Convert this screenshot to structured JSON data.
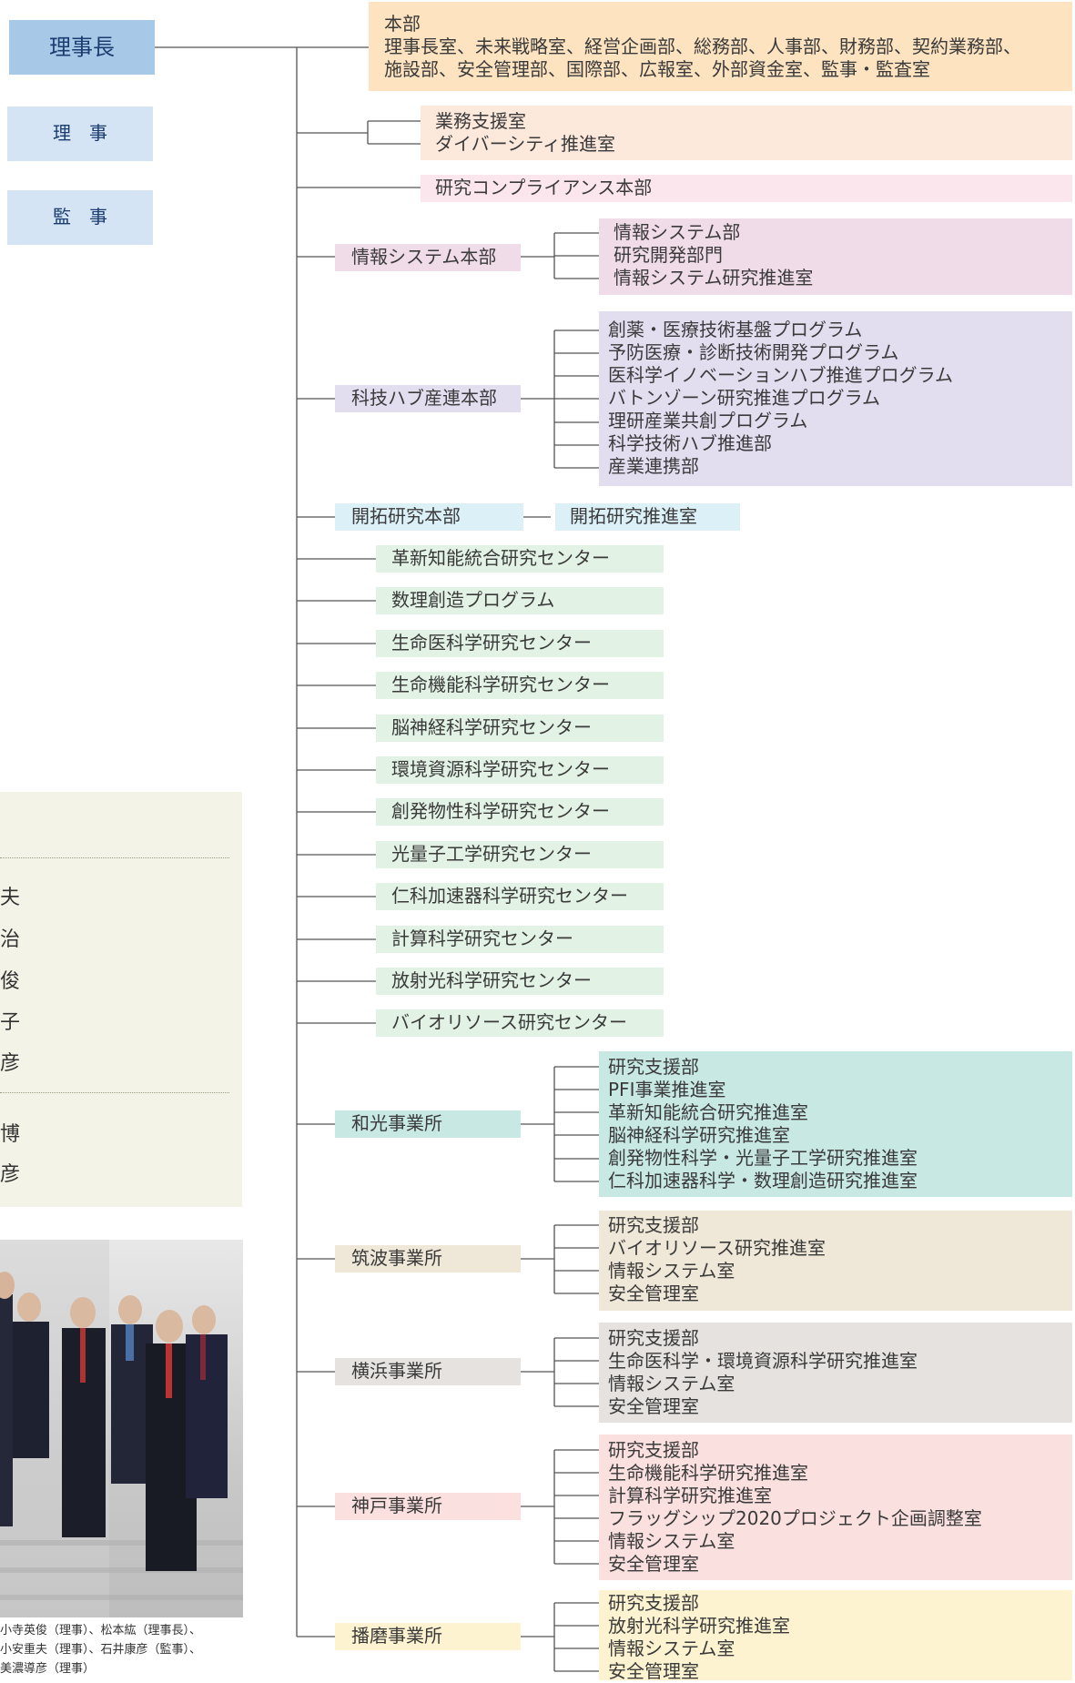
{
  "executives": {
    "president": "理事長",
    "director": "理　事",
    "auditor": "監　事"
  },
  "headquarters": {
    "title": "本部",
    "line1": "理事長室、未来戦略室、経営企画部、総務部、人事部、財務部、契約業務部、",
    "line2": "施設部、安全管理部、国際部、広報室、外部資金室、監事・監査室"
  },
  "support_offices": [
    "業務支援室",
    "ダイバーシティ推進室"
  ],
  "compliance": "研究コンプライアンス本部",
  "info_systems": {
    "name": "情報システム本部",
    "children": [
      "情報システム部",
      "研究開発部門",
      "情報システム研究推進室"
    ]
  },
  "cluster": {
    "name": "科技ハブ産連本部",
    "children": [
      "創薬・医療技術基盤プログラム",
      "予防医療・診断技術開発プログラム",
      "医科学イノベーションハブ推進プログラム",
      "バトンゾーン研究推進プログラム",
      "理研産業共創プログラム",
      "科学技術ハブ推進部",
      "産業連携部"
    ]
  },
  "pioneering": {
    "name": "開拓研究本部",
    "child": "開拓研究推進室"
  },
  "centers": [
    "革新知能統合研究センター",
    "数理創造プログラム",
    "生命医科学研究センター",
    "生命機能科学研究センター",
    "脳神経科学研究センター",
    "環境資源科学研究センター",
    "創発物性科学研究センター",
    "光量子工学研究センター",
    "仁科加速器科学研究センター",
    "計算科学研究センター",
    "放射光科学研究センター",
    "バイオリソース研究センター"
  ],
  "branches": [
    {
      "name": "和光事業所",
      "children": [
        "研究支援部",
        "PFI事業推進室",
        "革新知能統合研究推進室",
        "脳神経科学研究推進室",
        "創発物性科学・光量子工学研究推進室",
        "仁科加速器科学・数理創造研究推進室"
      ]
    },
    {
      "name": "筑波事業所",
      "children": [
        "研究支援部",
        "バイオリソース研究推進室",
        "情報システム室",
        "安全管理室"
      ]
    },
    {
      "name": "横浜事業所",
      "children": [
        "研究支援部",
        "生命医科学・環境資源科学研究推進室",
        "情報システム室",
        "安全管理室"
      ]
    },
    {
      "name": "神戸事業所",
      "children": [
        "研究支援部",
        "生命機能科学研究推進室",
        "計算科学研究推進室",
        "フラッグシップ2020プロジェクト企画調整室",
        "情報システム室",
        "安全管理室"
      ]
    },
    {
      "name": "播磨事業所",
      "children": [
        "研究支援部",
        "放射光科学研究推進室",
        "情報システム室",
        "安全管理室"
      ]
    }
  ],
  "side_panel": {
    "chars_group1": [
      "夫",
      "治",
      "俊",
      "子",
      "彦"
    ],
    "chars_group2": [
      "博",
      "彦"
    ]
  },
  "photo_caption": {
    "line1": "小寺英俊（理事）、松本紘（理事長）、",
    "line2": "小安重夫（理事）、石井康彦（監事）、",
    "line3": "美濃導彦（理事）"
  },
  "colors": {
    "president_box": "#a8c8e8",
    "exec_box": "#d4e4f4",
    "hq_box": "#fde3c0",
    "support_box": "#fde8dc",
    "compliance_box": "#fbe6ee",
    "info_box": "#f0dce8",
    "cluster_box": "#e2def0",
    "pioneer_box": "#dcf0f8",
    "center_box": "#e2f2e4",
    "wako_box": "#c8e8e4",
    "tsukuba_box": "#efe8d8",
    "yokohama_box": "#e6e2e0",
    "kobe_box": "#fbe0e0",
    "harima_box": "#fdf3d0",
    "line": "#555555"
  }
}
